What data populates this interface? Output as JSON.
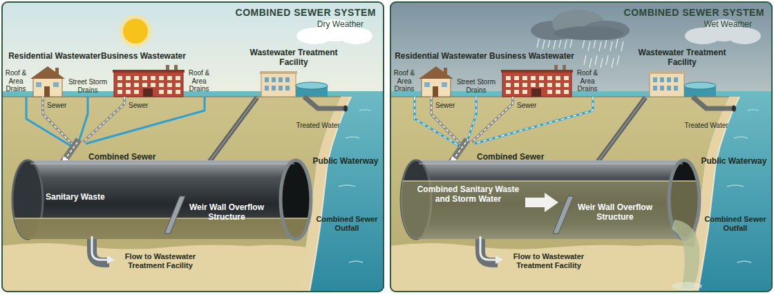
{
  "diagram": {
    "nodes": [
      {
        "text": [
          "COMBINED SEWER SYSTEM",
          "Dry Weather"
        ]
      },
      {
        "text": [
          "COMBINED SEWER SYSTEM",
          "Wet Weather"
        ]
      }
    ],
    "labels": [
      "Residential Wastewater",
      "Business Wastewater",
      "Roof & Area Drains",
      "Street Storm Drains",
      "Roof & Area Drains",
      "Sewer",
      "Sewer",
      "Wastewater Treatment Facility",
      "Treated Water",
      "Combined Sewer",
      "Public Waterway",
      "Sanitary Waste",
      "Weir Wall Overflow Structure",
      "Combined Sewer Outfall",
      "Flow to Wastewater Treatment Facility",
      "Residential Wastewater",
      "Business Wastewater",
      "Roof & Area Drains",
      "Street Storm Drains",
      "Roof & Area Drains",
      "Sewer",
      "Sewer",
      "Wastewater Treatment Facility",
      "Treated Water",
      "Combined Sewer",
      "Public Waterway",
      "Combined Sanitary Waste and Storm Water",
      "Weir Wall Overflow Structure",
      "Combined Sewer Outfall",
      "Flow to Wastewater Treatment Facility"
    ]
  }
}
